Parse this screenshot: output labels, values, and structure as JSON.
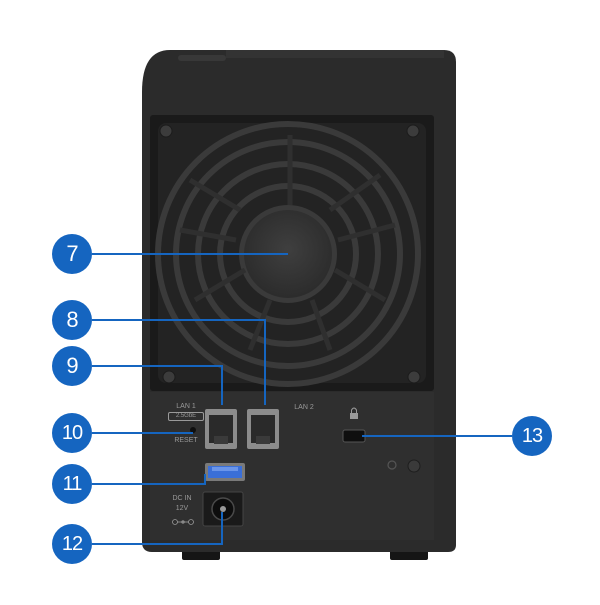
{
  "callouts": [
    "7",
    "8",
    "9",
    "10",
    "11",
    "12",
    "13"
  ],
  "port_labels": {
    "lan1": "LAN 1",
    "lan1_speed": "2.5GbE",
    "lan2": "LAN 2",
    "reset": "RESET",
    "dc_in": "DC IN",
    "voltage": "12V"
  },
  "colors": {
    "callout": "#1565c0",
    "leader_line": "#1565c0",
    "chassis": "#2b2b2b",
    "panel": "#343434",
    "usb_port": "#3a6fd8"
  }
}
